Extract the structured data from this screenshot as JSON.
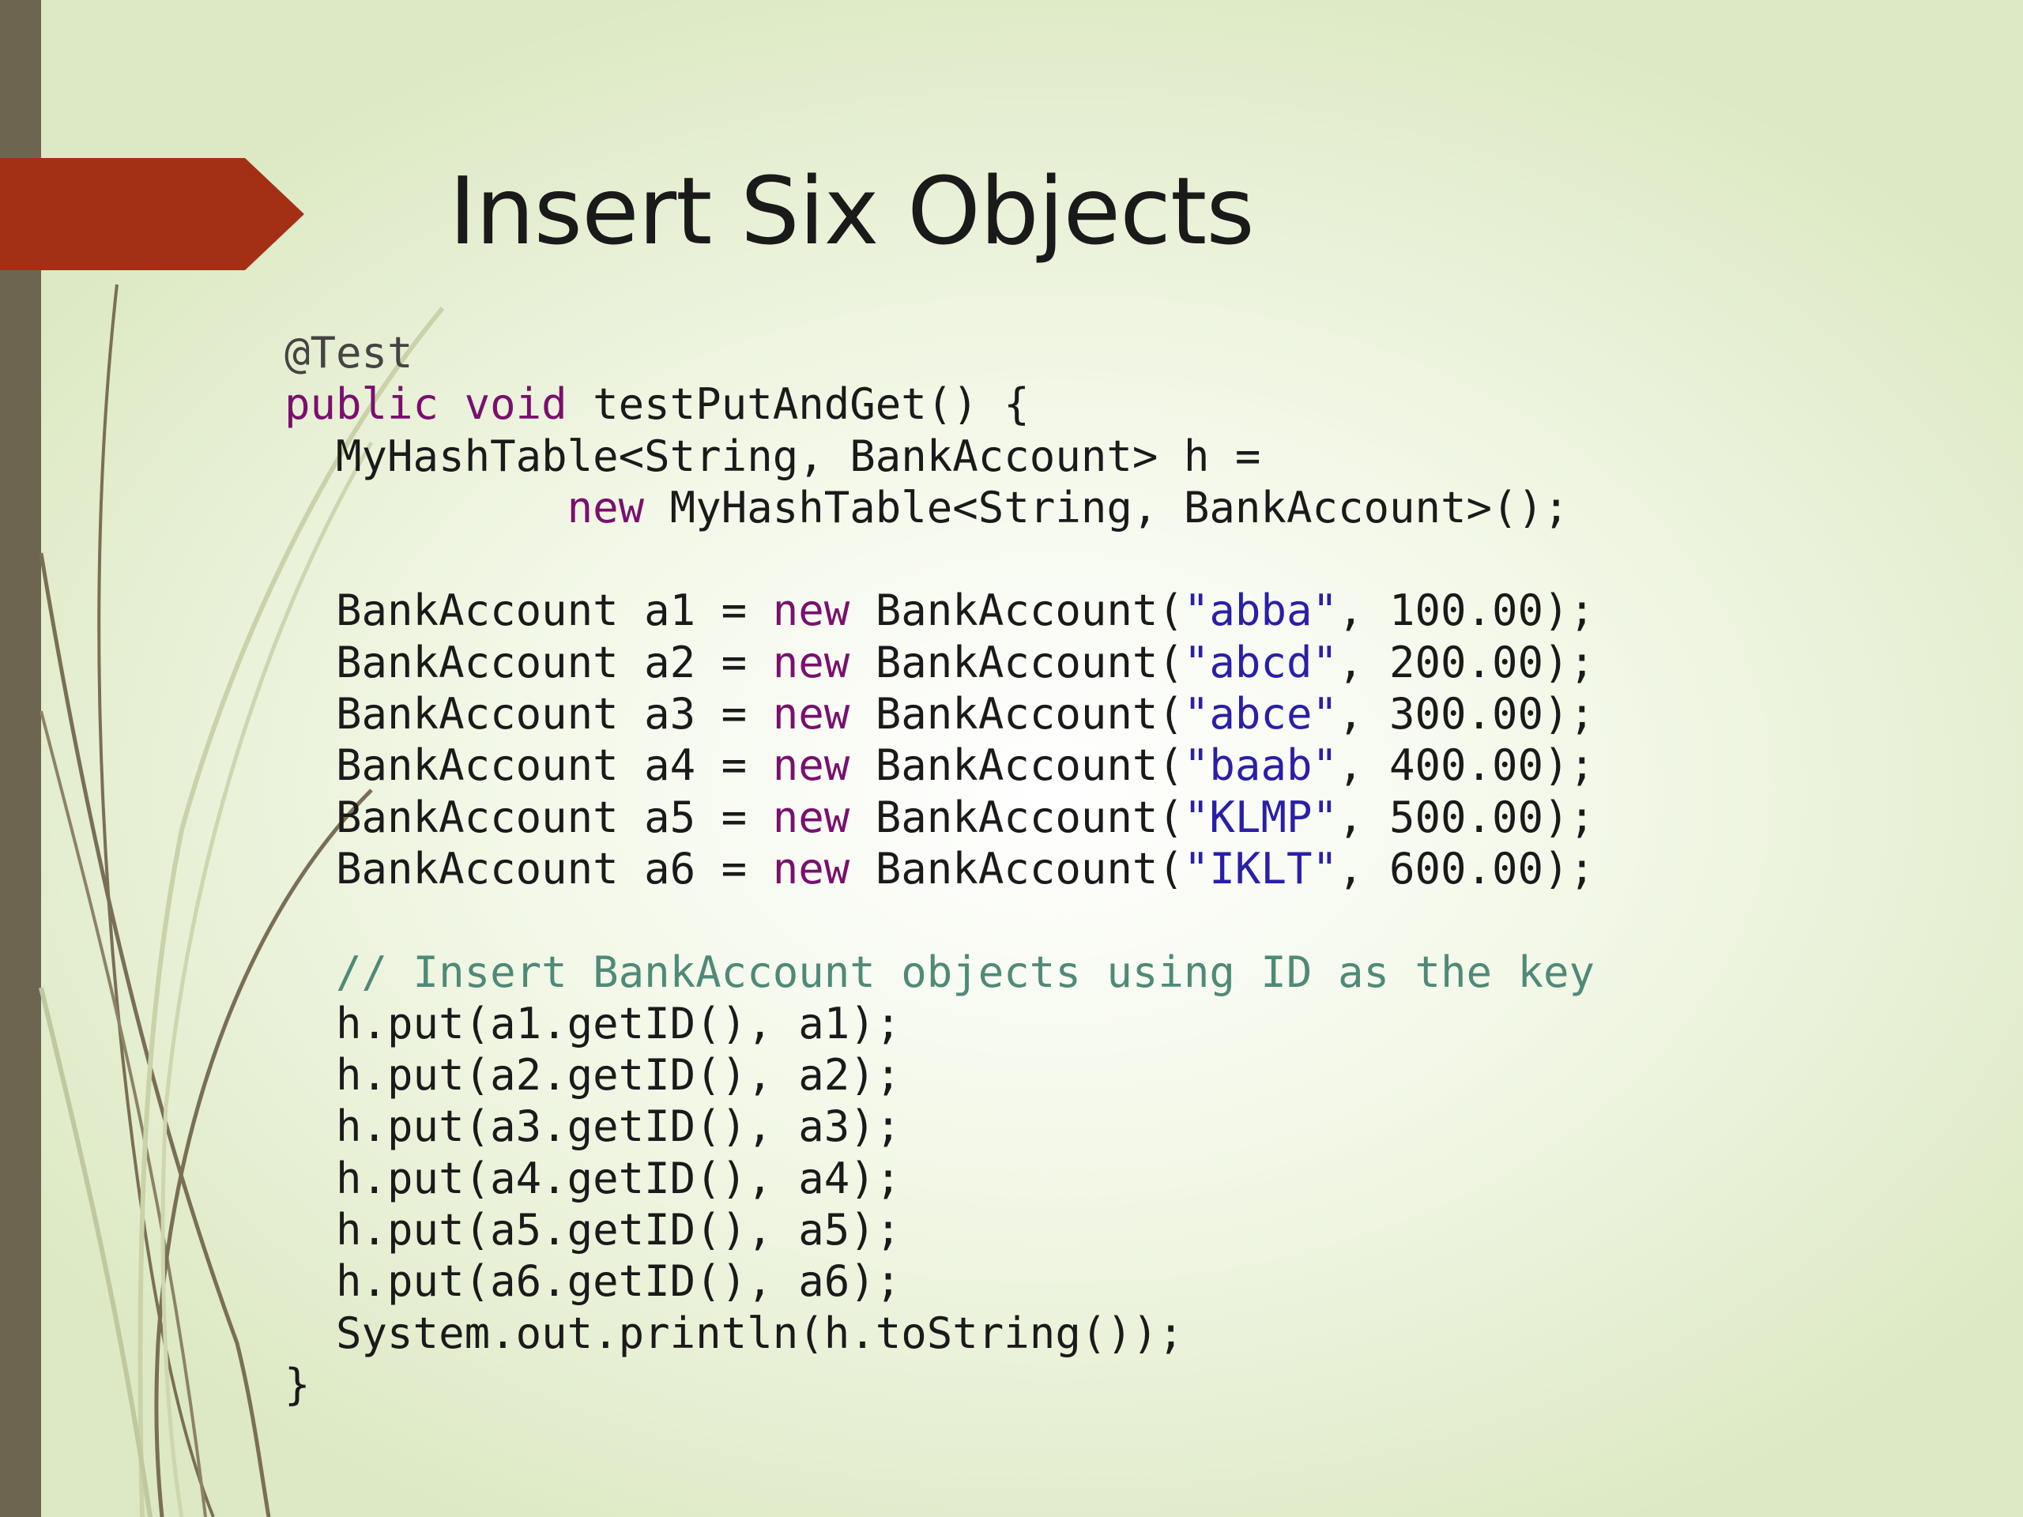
{
  "slide": {
    "title": "Insert Six Objects"
  },
  "code": {
    "annotation": "@Test",
    "method_modifiers": "public void",
    "method_signature": " testPutAndGet() {",
    "table_decl": "  MyHashTable<String, BankAccount> h =",
    "table_new_indent": "           ",
    "table_new_kw": "new",
    "table_new_rest": " MyHashTable<String, BankAccount>();",
    "accounts": [
      {
        "decl": "  BankAccount a1 = ",
        "kw": "new",
        "ctor": " BankAccount(",
        "id": "\"abba\"",
        "rest": ", 100.00);"
      },
      {
        "decl": "  BankAccount a2 = ",
        "kw": "new",
        "ctor": " BankAccount(",
        "id": "\"abcd\"",
        "rest": ", 200.00);"
      },
      {
        "decl": "  BankAccount a3 = ",
        "kw": "new",
        "ctor": " BankAccount(",
        "id": "\"abce\"",
        "rest": ", 300.00);"
      },
      {
        "decl": "  BankAccount a4 = ",
        "kw": "new",
        "ctor": " BankAccount(",
        "id": "\"baab\"",
        "rest": ", 400.00);"
      },
      {
        "decl": "  BankAccount a5 = ",
        "kw": "new",
        "ctor": " BankAccount(",
        "id": "\"KLMP\"",
        "rest": ", 500.00);"
      },
      {
        "decl": "  BankAccount a6 = ",
        "kw": "new",
        "ctor": " BankAccount(",
        "id": "\"IKLT\"",
        "rest": ", 600.00);"
      }
    ],
    "comment": "  // Insert BankAccount objects using ID as the key",
    "puts": [
      "  h.put(a1.getID(), a1);",
      "  h.put(a2.getID(), a2);",
      "  h.put(a3.getID(), a3);",
      "  h.put(a4.getID(), a4);",
      "  h.put(a5.getID(), a5);",
      "  h.put(a6.getID(), a6);"
    ],
    "print": "  System.out.println(h.toString());",
    "closing_brace": "}"
  },
  "colors": {
    "keyword": "#7a0f6e",
    "string": "#2a1fa8",
    "comment": "#4f8a78",
    "accent_arrow": "#a33015",
    "sidebar": "#6e6550"
  }
}
